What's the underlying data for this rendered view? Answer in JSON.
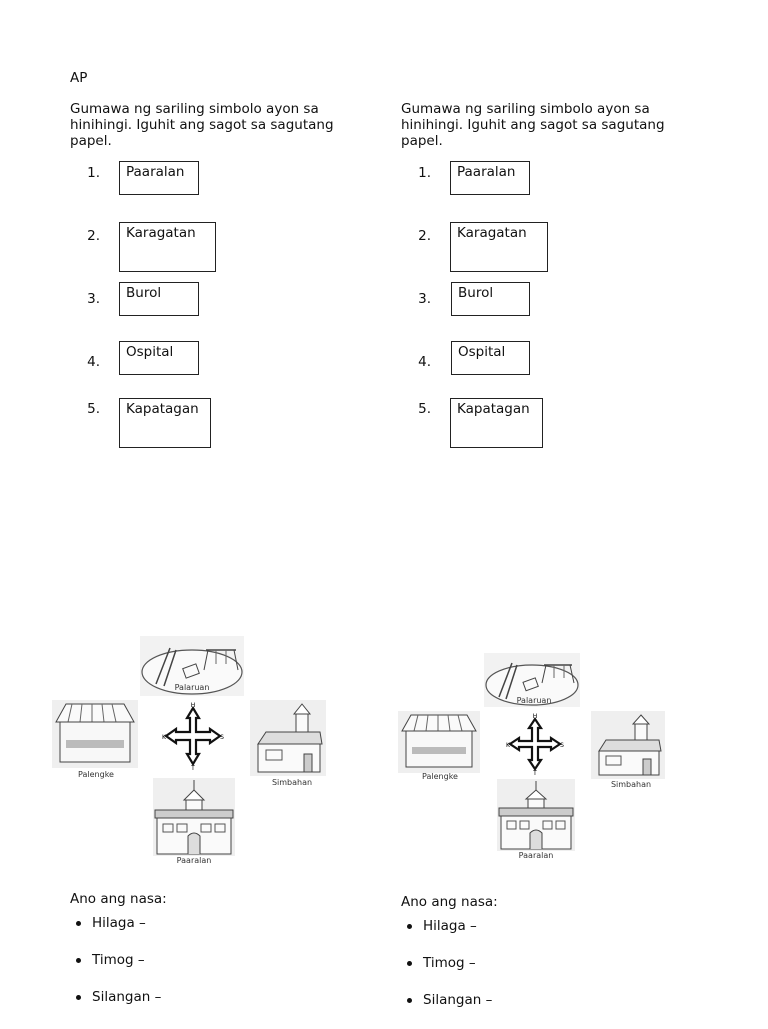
{
  "subject": "AP",
  "columns": [
    {
      "instruction": "Gumawa ng sariling simbolo ayon sa hinihingi. Iguhit ang sagot sa sagutang papel.",
      "items": [
        {
          "number": "1.",
          "label": "Paaralan"
        },
        {
          "number": "2.",
          "label": "Karagatan"
        },
        {
          "number": "3.",
          "label": "Burol"
        },
        {
          "number": "4.",
          "label": "Ospital"
        },
        {
          "number": "5.",
          "label": "Kapatagan"
        }
      ],
      "map": {
        "north_place": "Palaruan",
        "west_place": "Palengke",
        "east_place": "Simbahan",
        "south_place": "Paaralan",
        "compass": {
          "n": "H",
          "s": "T",
          "e": "S",
          "w": "K"
        }
      },
      "question": "Ano ang nasa:",
      "directions": [
        "Hilaga –",
        "Timog –",
        "Silangan –"
      ]
    },
    {
      "instruction": "Gumawa ng sariling simbolo ayon sa hinihingi. Iguhit ang sagot sa sagutang papel.",
      "items": [
        {
          "number": "1.",
          "label": "Paaralan"
        },
        {
          "number": "2.",
          "label": "Karagatan"
        },
        {
          "number": "3.",
          "label": "Burol"
        },
        {
          "number": "4.",
          "label": "Ospital"
        },
        {
          "number": "5.",
          "label": "Kapatagan"
        }
      ],
      "map": {
        "north_place": "Palaruan",
        "west_place": "Palengke",
        "east_place": "Simbahan",
        "south_place": "Paaralan",
        "compass": {
          "n": "H",
          "s": "T",
          "e": "S",
          "w": "K"
        }
      },
      "question": "Ano ang nasa:",
      "directions": [
        "Hilaga –",
        "Timog –",
        "Silangan –"
      ]
    }
  ]
}
